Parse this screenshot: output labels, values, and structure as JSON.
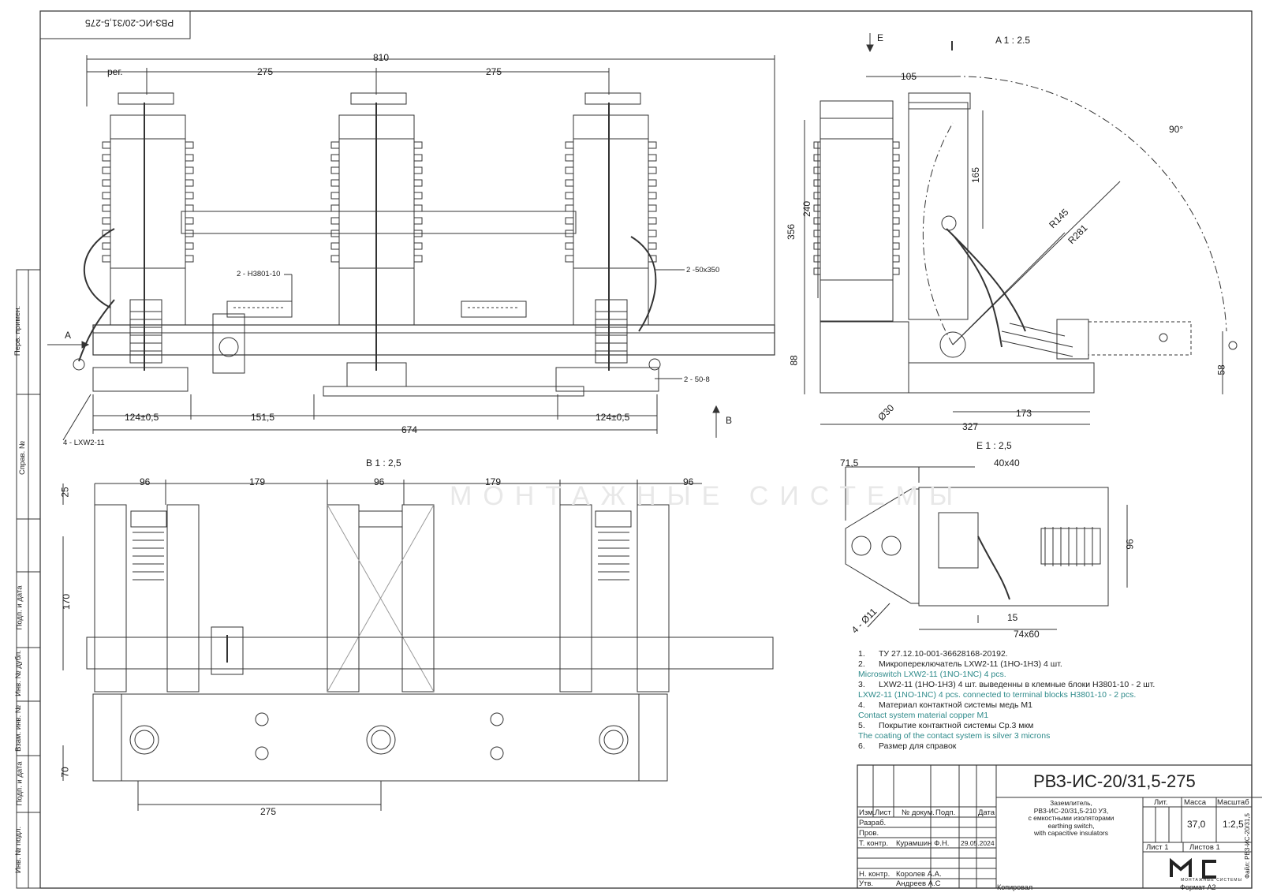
{
  "stamp": "РВЗ-ИС-20/31,5-275",
  "views": {
    "view_a": "A 1 : 2.5",
    "view_b": "B 1 : 2,5",
    "view_e": "E 1 : 2,5",
    "arrow_a": "A",
    "arrow_b": "B",
    "arrow_e": "E",
    "marker_i": "I"
  },
  "front_dims": {
    "overall": "810",
    "reg": "рег.",
    "span1": "275",
    "span2": "275",
    "base_left": "124±0,5",
    "base_mid": "151,5",
    "base_right": "124±0,5",
    "base_total": "674",
    "callout_terminal": "2 - H3801-10",
    "callout_cable": "2 -50x350",
    "callout_lug": "2 - 50-8",
    "callout_switch": "4 - LXW2-11"
  },
  "side_dims": {
    "top": "105",
    "angle": "90°",
    "h356": "356",
    "h240": "240",
    "h165": "165",
    "r145": "R145",
    "r281": "R281",
    "h88": "88",
    "h58": "58",
    "d30": "Ø30",
    "w327": "327",
    "w173": "173"
  },
  "bottom_dims": {
    "w96a": "96",
    "w179a": "179",
    "w96b": "96",
    "w179b": "179",
    "w96c": "96",
    "h25": "25",
    "h170": "170",
    "h70": "70",
    "w275": "275"
  },
  "detail_dims": {
    "d71": "71,5",
    "d40": "40x40",
    "d96": "96",
    "holes": "4 - Ø11",
    "d15": "15",
    "d74": "74x60"
  },
  "notes": [
    {
      "n": "1.",
      "ru": "ТУ 27.12.10-001-36628168-20192.",
      "en": ""
    },
    {
      "n": "2.",
      "ru": "Микропереключатель LXW2-11 (1НО-1НЗ)  4 шт.",
      "en": "Microswitch LXW2-11 (1NO-1NC) 4 pcs."
    },
    {
      "n": "3.",
      "ru": "LXW2-11 (1НО-1НЗ)  4 шт. выведенны в клемные блоки H3801-10 - 2 шт.",
      "en": "LXW2-11 (1NO-1NC) 4 pcs. connected to terminal blocks H3801-10 - 2 pcs."
    },
    {
      "n": "4.",
      "ru": "Материал контактной системы медь М1",
      "en": "Contact system material copper M1"
    },
    {
      "n": "5.",
      "ru": "Покрытие контактной системы Ср.3 мкм",
      "en": "The coating of the contact system is silver 3 microns"
    },
    {
      "n": "6.",
      "ru": "Размер для справок",
      "en": ""
    }
  ],
  "title_block": {
    "designation": "РВЗ-ИС-20/31,5-275",
    "name_lines": [
      "Заземлитель,",
      "РВЗ-ИС-20/31,5-210 УЗ,",
      "с емкостными изоляторами",
      "earthing switch,",
      "with capacitive insulators"
    ],
    "col_izm": "Изм.",
    "col_list": "Лист",
    "col_doc": "№ докум.",
    "col_sign": "Подп.",
    "col_date": "Дата",
    "row_razrab": "Разраб.",
    "row_prov": "Пров.",
    "row_tkontr": "Т. контр.",
    "row_nkontr": "Н. контр.",
    "row_utv": "Утв.",
    "tkontr_name": "Курамшин Ф.Н.",
    "tkontr_date": "29.05.2024",
    "nkontr_name": "Королев А.А.",
    "utv_name": "Андреев А.С",
    "lit": "Лит.",
    "mass": "Масса",
    "scale": "Масштаб",
    "mass_val": "37,0",
    "scale_val": "1:2,5",
    "sheet": "Лист 1",
    "sheets": "Листов 1",
    "copied": "Копировал",
    "format": "Формат А2",
    "file": "Файл: РВЗ-ИС-20/31,5"
  },
  "side_strip": [
    "Перв. примен.",
    "Справ. №",
    "Подп. и дата",
    "Инв. № дубл.",
    "Взам. инв. №",
    "Подп. и дата",
    "Инв. № подл."
  ],
  "logo": {
    "mark": "MC",
    "tagline": "МОНТАЖНЫЕ СИСТЕМЫ"
  },
  "watermark": "МОНТАЖНЫЕ СИСТЕМЫ"
}
